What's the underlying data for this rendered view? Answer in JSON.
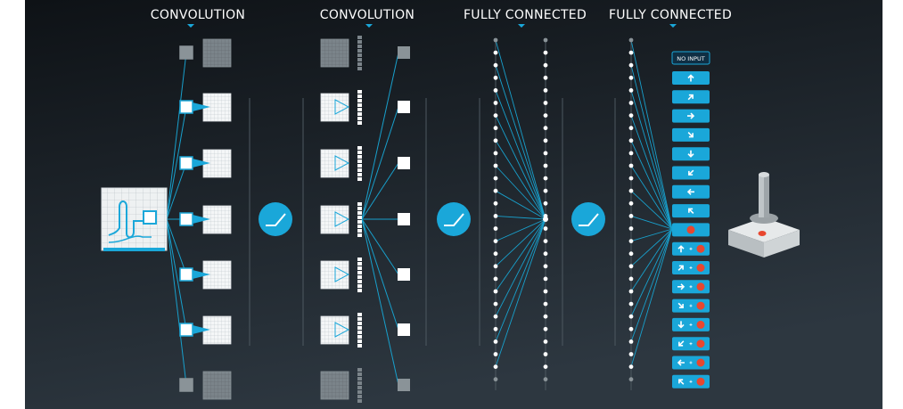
{
  "headers": [
    "CONVOLUTION",
    "CONVOLUTION",
    "FULLY CONNECTED",
    "FULLY CONNECTED"
  ],
  "actions": {
    "no_input_label": "NO INPUT",
    "items": [
      {
        "dir": "up",
        "fire": false
      },
      {
        "dir": "up-right",
        "fire": false
      },
      {
        "dir": "right",
        "fire": false
      },
      {
        "dir": "down-right",
        "fire": false
      },
      {
        "dir": "down",
        "fire": false
      },
      {
        "dir": "down-left",
        "fire": false
      },
      {
        "dir": "left",
        "fire": false
      },
      {
        "dir": "up-left",
        "fire": false
      },
      {
        "dir": "none",
        "fire": true
      },
      {
        "dir": "up",
        "fire": true
      },
      {
        "dir": "up-right",
        "fire": true
      },
      {
        "dir": "right",
        "fire": true
      },
      {
        "dir": "down-right",
        "fire": true
      },
      {
        "dir": "down",
        "fire": true
      },
      {
        "dir": "down-left",
        "fire": true
      },
      {
        "dir": "left",
        "fire": true
      },
      {
        "dir": "up-left",
        "fire": true
      }
    ]
  },
  "colors": {
    "background_top": "#101418",
    "background_bottom": "#2c363e",
    "accent": "#1aa7d9",
    "line": "#18a0cc",
    "fire": "#e8472f",
    "node": "#ffffff"
  },
  "icons": {
    "activation": "relu-activation-icon",
    "controller": "joystick-icon",
    "input": "game-screen-icon"
  }
}
